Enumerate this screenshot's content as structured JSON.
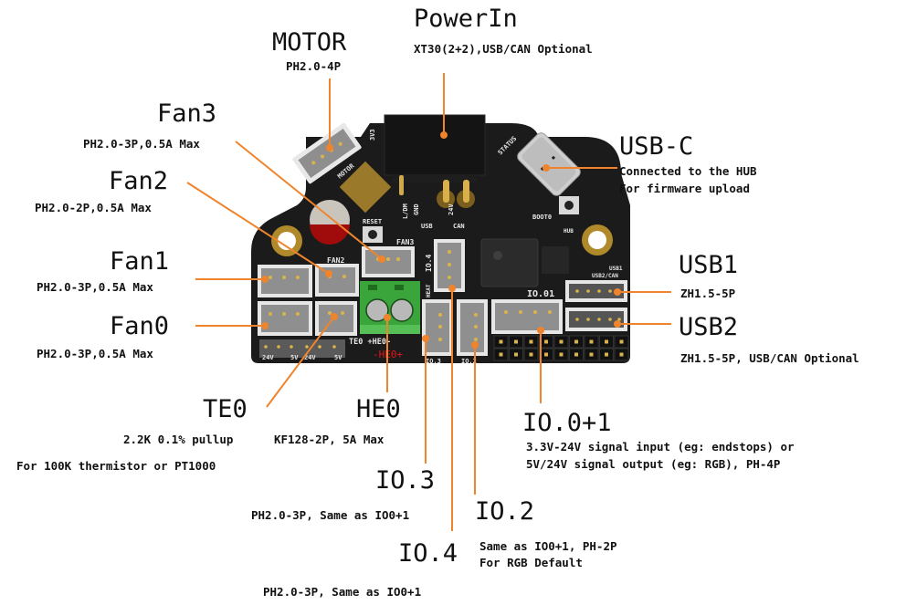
{
  "diagram": {
    "accent_color": "#f0842c",
    "heater_label_color": "#e8141a",
    "callouts": {
      "powerin": {
        "title": "PowerIn",
        "lines": [
          "XT30(2+2),USB/CAN Optional"
        ]
      },
      "motor": {
        "title": "MOTOR",
        "lines": [
          "PH2.0-4P"
        ]
      },
      "fan3": {
        "title": "Fan3",
        "lines": [
          "PH2.0-3P,0.5A Max"
        ]
      },
      "fan2": {
        "title": "Fan2",
        "lines": [
          "PH2.0-2P,0.5A Max"
        ]
      },
      "fan1": {
        "title": "Fan1",
        "lines": [
          "PH2.0-3P,0.5A Max"
        ]
      },
      "fan0": {
        "title": "Fan0",
        "lines": [
          "PH2.0-3P,0.5A Max"
        ]
      },
      "usbc": {
        "title": "USB-C",
        "lines": [
          "Connected to the HUB",
          "For firmware upload"
        ]
      },
      "usb1": {
        "title": "USB1",
        "lines": [
          "ZH1.5-5P"
        ]
      },
      "usb2": {
        "title": "USB2",
        "lines": [
          "ZH1.5-5P, USB/CAN Optional"
        ]
      },
      "te0": {
        "title": "TE0",
        "lines": [
          "2.2K 0.1% pullup",
          "For 100K thermistor or PT1000"
        ]
      },
      "he0": {
        "title": "HE0",
        "lines": [
          "KF128-2P, 5A Max"
        ]
      },
      "io01": {
        "title": "IO.0+1",
        "lines": [
          "3.3V-24V signal input (eg: endstops) or",
          "5V/24V signal output (eg: RGB), PH-4P"
        ]
      },
      "io3": {
        "title": "IO.3",
        "lines": [
          "PH2.0-3P, Same as IO0+1"
        ]
      },
      "io2": {
        "title": "IO.2",
        "lines": [
          "Same as IO0+1, PH-2P",
          "For RGB Default"
        ]
      },
      "io4": {
        "title": "IO.4",
        "lines": [
          "PH2.0-3P, Same as IO0+1"
        ]
      }
    },
    "board_silkscreen": {
      "motor": "MOTOR",
      "v3": "3V3",
      "ldm": "L/DM",
      "gnd": "GND",
      "v24": "24V",
      "status": "STATUS",
      "reset": "RESET",
      "usb": "USB",
      "can": "CAN",
      "boot0": "BOOT0",
      "hub": "HUB",
      "fan3": "FAN3",
      "fan2": "FAN2",
      "io4": "IO.4",
      "heat": "HEAT",
      "io01": "IO.01",
      "usb1": "USB1",
      "usb2can": "USB2/CAN",
      "te0_he0": "TE0 +HE0-",
      "he0_polarity": "-HE0+",
      "io3": "IO.3",
      "io2": "IO.2",
      "pwr_24v_a": "24V",
      "pwr_5v_a": "5V",
      "pwr_24v_b": "24V",
      "pwr_5v_b": "5V"
    }
  }
}
